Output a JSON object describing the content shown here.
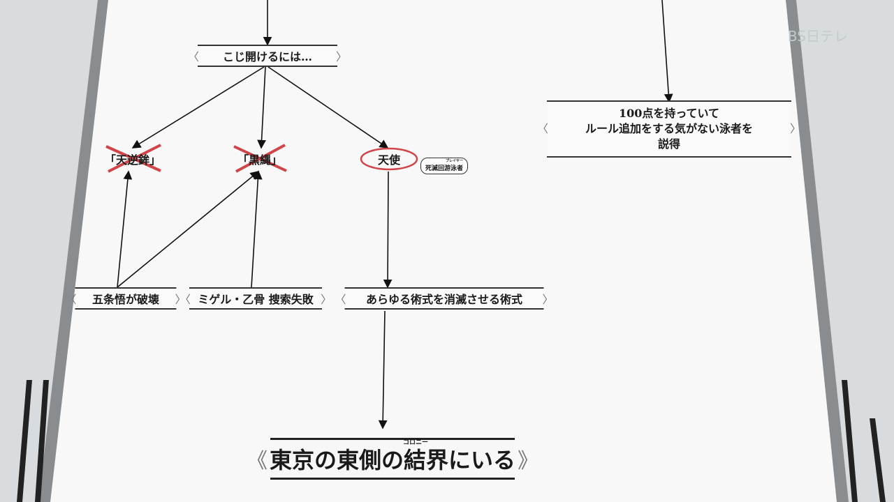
{
  "watermark": "BS日テレ",
  "nodes": {
    "root": "こじ開けるには…",
    "ama_no_sakahoko": "「天逆鉾」",
    "kokujo": "「黒縄」",
    "tenshi": "天使",
    "tenshi_tag": "死滅回游泳者",
    "tenshi_tag_ruby": "プレイヤー",
    "gojo": "五条悟が破壊",
    "miguel": "ミゲル・乙骨 捜索失敗",
    "technique": "あらゆる術式を消滅させる術式",
    "points_line1": "100点を持っていて",
    "points_line2": "ルール追加をする気がない泳者を",
    "points_line3": "説得",
    "final": "東京の東側の結界にいる",
    "final_ruby": "コロニー"
  },
  "colors": {
    "cross": "#d0454a",
    "ellipse": "#d0454a",
    "board": "#f8f8f8"
  }
}
